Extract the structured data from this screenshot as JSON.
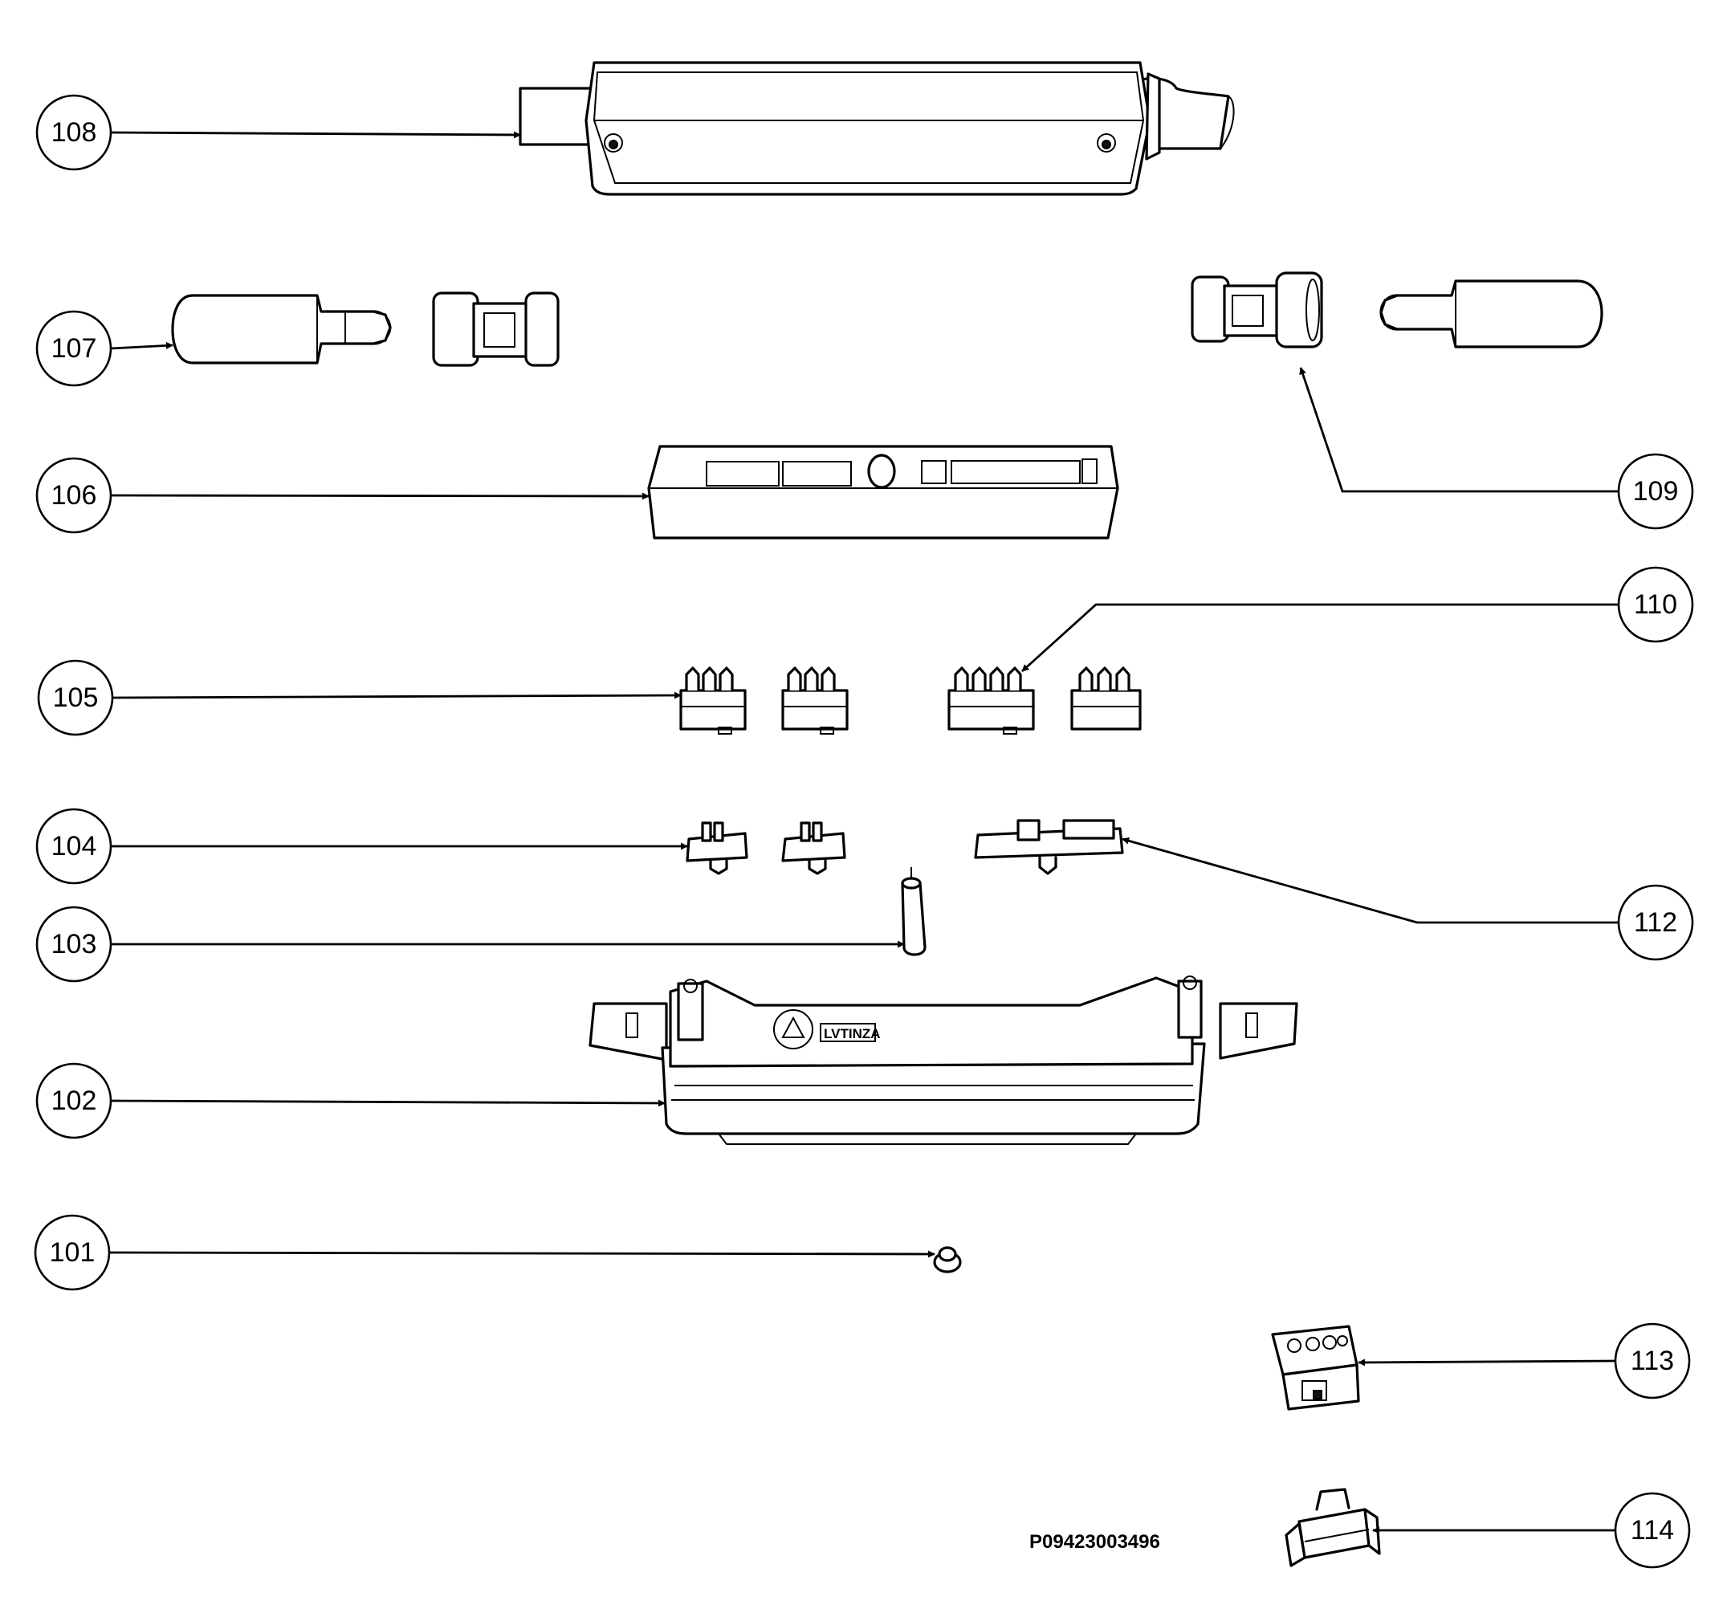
{
  "callouts": [
    "101",
    "102",
    "103",
    "104",
    "105",
    "106",
    "107",
    "108",
    "109",
    "110",
    "112",
    "113",
    "114"
  ],
  "document_code": "P09423003496",
  "label_on_part_102": "LVTINZA"
}
